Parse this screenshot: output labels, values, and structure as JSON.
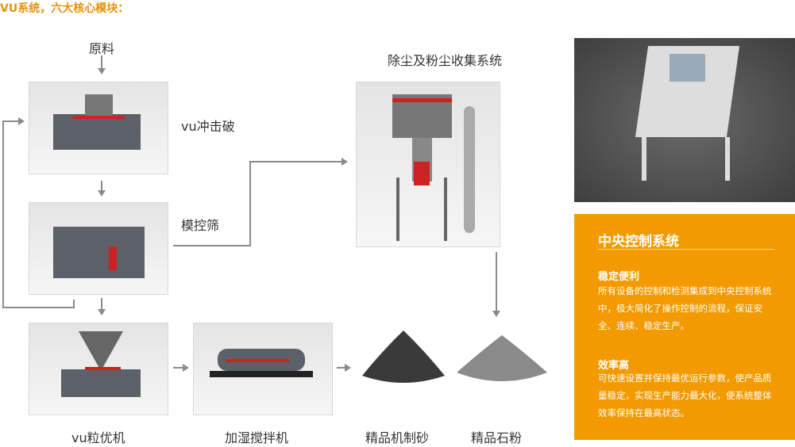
{
  "title": "VU系统，六大核心模块：",
  "labels": {
    "raw": "原料",
    "crusher": "vu冲击破",
    "screen": "模控筛",
    "dust": "除尘及粉尘收集系统",
    "shaper": "vu粒优机",
    "mixer": "加湿搅拌机",
    "sand": "精品机制砂",
    "powder": "精品石粉"
  },
  "panel": {
    "title": "中央控制系统",
    "s1_title": "稳定便利",
    "s1_text": "所有设备的控制和检测集成到中央控制系统中，极大简化了操作控制的流程，保证安全、连续、稳定生产。",
    "s2_title": "效率高",
    "s2_text": "可快速设置并保持最优运行参数，使产品质量稳定，实现生产能力最大化，使系统整体效率保持在最高状态。"
  },
  "colors": {
    "accent": "#f39a00",
    "title": "#e8900a"
  }
}
